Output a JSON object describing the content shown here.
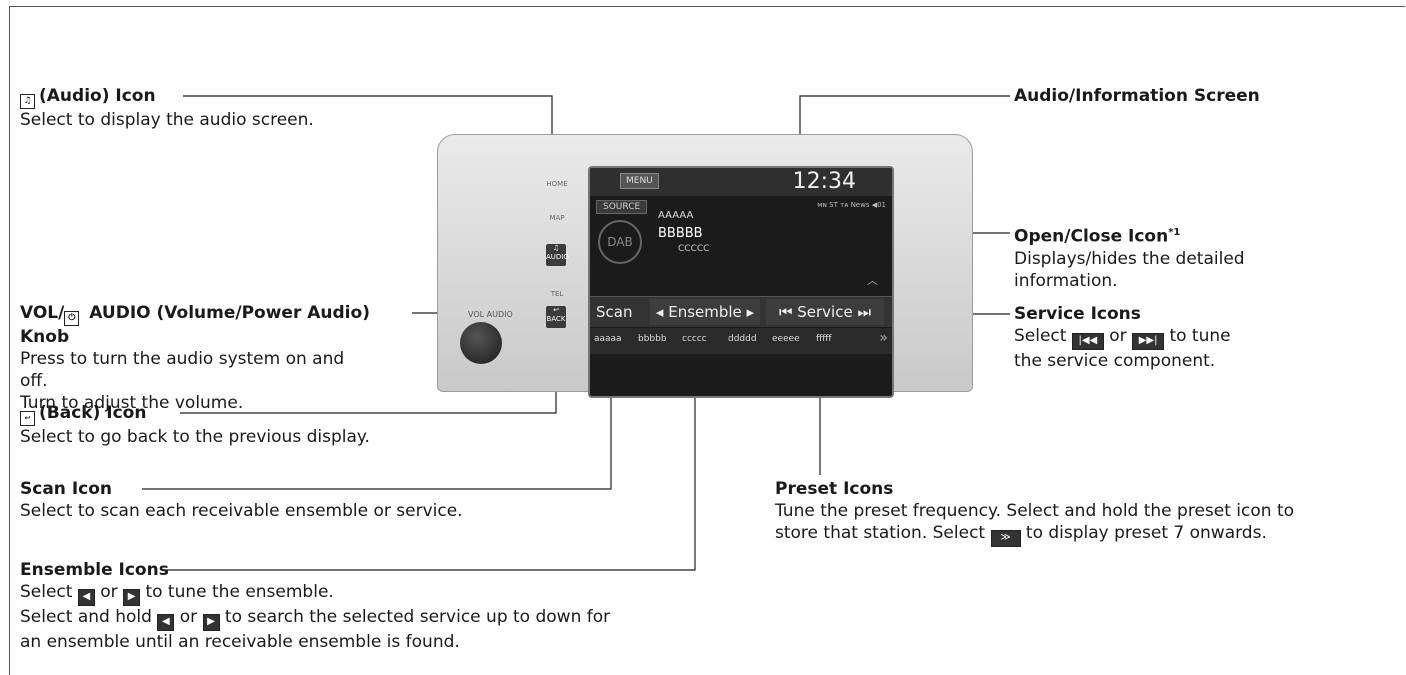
{
  "callouts": {
    "audio_icon": {
      "icon_text": "♫",
      "title": "(Audio) Icon",
      "desc": "Select to display the audio screen."
    },
    "vol_knob": {
      "title_pre": "VOL/",
      "title_post": " AUDIO (Volume/Power Audio)",
      "title_line2": "Knob",
      "desc1": "Press to turn the audio system on and",
      "desc2": "off.",
      "desc3": "Turn to adjust the volume."
    },
    "back_icon": {
      "title": "(Back) Icon",
      "desc": "Select to go back to the previous display."
    },
    "scan_icon": {
      "title": "Scan Icon",
      "desc": "Select to scan each receivable ensemble or service."
    },
    "ensemble_icons": {
      "title": "Ensemble Icons",
      "desc1_pre": "Select ",
      "desc1_mid": " or ",
      "desc1_post": " to tune the ensemble.",
      "desc2_pre": "Select and hold ",
      "desc2_mid": " or ",
      "desc2_post": " to search the selected service up to down for",
      "desc3": "an ensemble until an receivable ensemble is found."
    },
    "audio_screen": {
      "title": "Audio/Information Screen"
    },
    "open_close": {
      "title": "Open/Close Icon",
      "sup": "*1",
      "desc1": "Displays/hides the detailed",
      "desc2": "information."
    },
    "service_icons": {
      "title": "Service Icons",
      "desc1_pre": "Select ",
      "desc1_mid": " or ",
      "desc1_post": " to tune",
      "desc2": "the service component."
    },
    "preset_icons": {
      "title": "Preset Icons",
      "desc1": "Tune the preset frequency. Select and hold the preset icon to",
      "desc2_pre": "store that station. Select ",
      "desc2_post": " to display preset 7 onwards."
    }
  },
  "screen": {
    "menu": "MENU",
    "clock": "12:34",
    "source": "SOURCE",
    "status": "ᴍɴ ST ᴛᴀ News ◀01",
    "logo": "DAB",
    "line1": "AAAAA",
    "line2": "BBBBB",
    "line3": "CCCCC",
    "scan": "Scan",
    "ensemble": "◂ Ensemble ▸",
    "service": "⏮ Service ⏭",
    "presets": [
      "aaaaa",
      "bbbbb",
      "ccccc",
      "ddddd",
      "eeeee",
      "fffff"
    ],
    "more": "»"
  },
  "side": {
    "home": "HOME",
    "map": "MAP",
    "audio": "AUDIO",
    "tel": "TEL",
    "back": "BACK",
    "vol": "VOL AUDIO"
  },
  "glyphs": {
    "left": "◀",
    "right": "▶",
    "skip_back": "|◀◀",
    "skip_fwd": "▶▶|",
    "more": "≫"
  }
}
